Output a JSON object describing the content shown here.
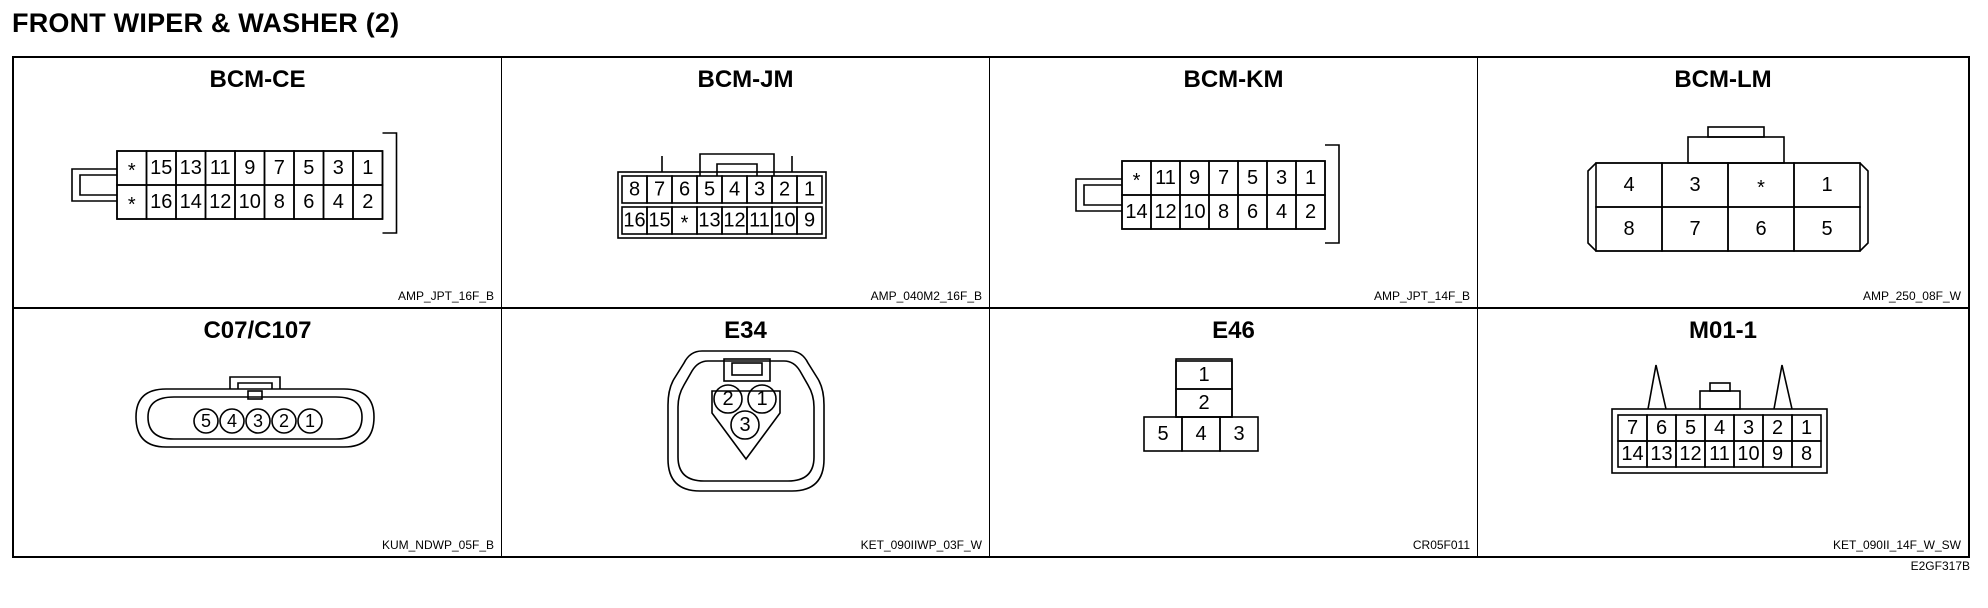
{
  "title": "FRONT WIPER & WASHER (2)",
  "doc_code": "E2GF317B",
  "connectors": [
    {
      "name": "BCM-CE",
      "code": "AMP_JPT_16F_B",
      "pins": {
        "top": [
          "*",
          "15",
          "13",
          "11",
          "9",
          "7",
          "5",
          "3",
          "1"
        ],
        "bottom": [
          "*",
          "16",
          "14",
          "12",
          "10",
          "8",
          "6",
          "4",
          "2"
        ]
      }
    },
    {
      "name": "BCM-JM",
      "code": "AMP_040M2_16F_B",
      "pins": {
        "top": [
          "8",
          "7",
          "6",
          "5",
          "4",
          "3",
          "2",
          "1"
        ],
        "bottom": [
          "16",
          "15",
          "*",
          "13",
          "12",
          "11",
          "10",
          "9"
        ]
      }
    },
    {
      "name": "BCM-KM",
      "code": "AMP_JPT_14F_B",
      "pins": {
        "top": [
          "*",
          "11",
          "9",
          "7",
          "5",
          "3",
          "1"
        ],
        "bottom": [
          "14",
          "12",
          "10",
          "8",
          "6",
          "4",
          "2"
        ]
      }
    },
    {
      "name": "BCM-LM",
      "code": "AMP_250_08F_W",
      "pins": {
        "top": [
          "4",
          "3",
          "*",
          "1"
        ],
        "bottom": [
          "8",
          "7",
          "6",
          "5"
        ]
      }
    },
    {
      "name": "C07/C107",
      "code": "KUM_NDWP_05F_B",
      "pins": {
        "row": [
          "5",
          "4",
          "3",
          "2",
          "1"
        ]
      }
    },
    {
      "name": "E34",
      "code": "KET_090IIWP_03F_W",
      "pins": {
        "upper": [
          "2",
          "1"
        ],
        "lower": [
          "3"
        ]
      }
    },
    {
      "name": "E46",
      "code": "CR05F011",
      "pins": {
        "col": [
          "1",
          "2"
        ],
        "row": [
          "5",
          "4",
          "3"
        ]
      }
    },
    {
      "name": "M01-1",
      "code": "KET_090II_14F_W_SW",
      "pins": {
        "top": [
          "7",
          "6",
          "5",
          "4",
          "3",
          "2",
          "1"
        ],
        "bottom": [
          "14",
          "13",
          "12",
          "11",
          "10",
          "9",
          "8"
        ]
      }
    }
  ]
}
